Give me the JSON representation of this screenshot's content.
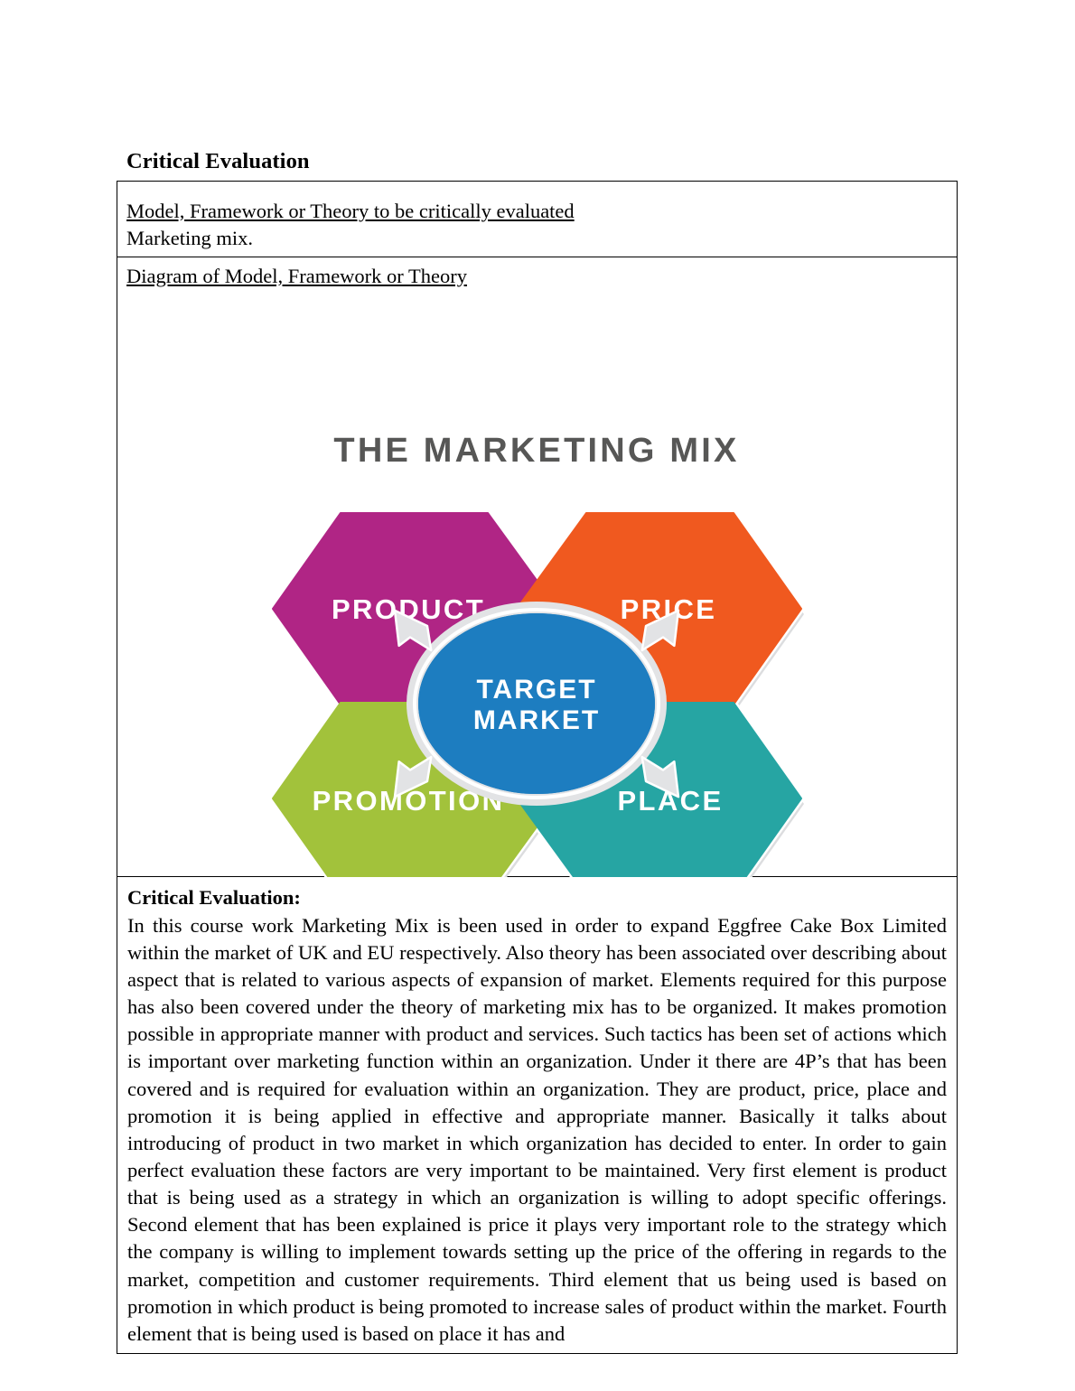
{
  "document": {
    "page_title": "Critical Evaluation"
  },
  "table": {
    "model_row": {
      "label": "Model, Framework or Theory to be critically evaluated",
      "value": "Marketing mix."
    },
    "diagram_row": {
      "label": "Diagram of Model, Framework or Theory"
    },
    "evaluation_row": {
      "heading": "Critical Evaluation:",
      "body": "In this course work Marketing Mix is been used in order to expand Eggfree Cake Box Limited within the market of UK and EU respectively. Also theory has been associated over describing about aspect that is related to various aspects of expansion of market. Elements required for this purpose has also been covered under the theory of marketing mix has to be organized. It makes promotion possible in appropriate manner with product and services. Such tactics has been set of actions which is important over marketing function within an organization. Under it there are 4P’s that has been covered and is required for evaluation within an organization. They are product, price, place and promotion it is being applied in effective and appropriate manner. Basically it talks about introducing of product in two market in which organization has decided to enter. In order to gain perfect evaluation these factors are very important to be maintained. Very first element is product that is being used as a strategy in which an organization is willing to adopt specific offerings. Second element that has been explained is price it plays very important role to the strategy which the company is willing to implement towards setting up the price of the offering in regards to the market, competition and customer requirements.  Third element that us being used is based on promotion in which product is being promoted to increase sales of product within the market. Fourth element that is being used is based on place it has and"
    }
  },
  "diagram": {
    "title": "THE MARKETING MIX",
    "title_color": "#575756",
    "center": {
      "line1": "TARGET",
      "line2": "MARKET",
      "fill": "#1D7DC0",
      "text_color": "#ffffff"
    },
    "ring_color": "#E2E3E5",
    "shadow_color": "#DCDDDF",
    "hexagons": [
      {
        "label": "PRODUCT",
        "fill": "#B02585",
        "position": "top-left",
        "text_color": "#ffffff"
      },
      {
        "label": "PRICE",
        "fill": "#F0591F",
        "position": "top-right",
        "text_color": "#ffffff"
      },
      {
        "label": "PROMOTION",
        "fill": "#A2C23B",
        "position": "bottom-left",
        "text_color": "#ffffff"
      },
      {
        "label": "PLACE",
        "fill": "#26A5A3",
        "position": "bottom-right",
        "text_color": "#ffffff"
      }
    ],
    "arrows": [
      {
        "name": "arrow-to-price",
        "direction": "up-right"
      },
      {
        "name": "arrow-to-place",
        "direction": "down-right"
      },
      {
        "name": "arrow-to-promotion",
        "direction": "down-left"
      },
      {
        "name": "arrow-to-product",
        "direction": "up-left"
      }
    ]
  }
}
